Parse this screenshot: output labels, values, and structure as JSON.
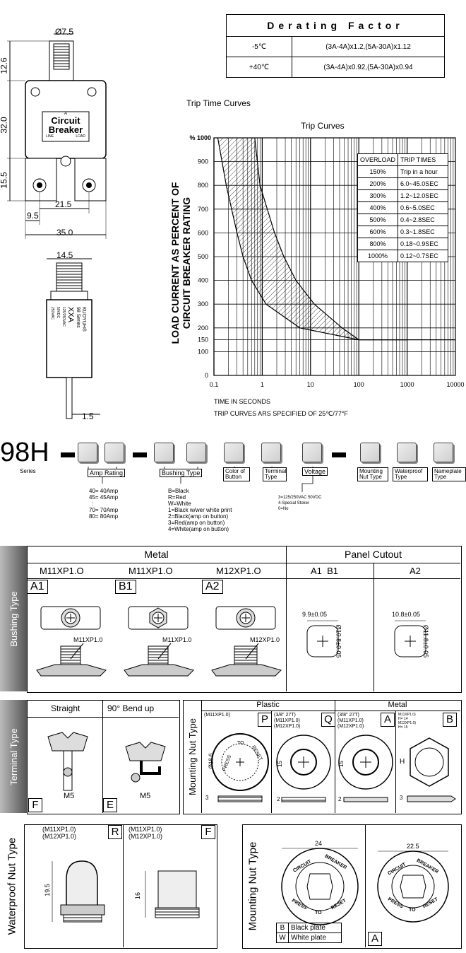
{
  "derating": {
    "title": "Derating Factor",
    "rows": [
      {
        "temp": "-5℃",
        "value": "(3A-4A)x1.2,(5A-30A)x1.12"
      },
      {
        "temp": "+40℃",
        "value": "(3A-4A)x0.92,(5A-30A)x0.94"
      }
    ]
  },
  "drawing": {
    "dims": {
      "d_top": "Ø7.5",
      "h1": "12.6",
      "h2": "32.0",
      "h3": "15.5",
      "w1": "21.5",
      "w2": "9.5",
      "w3": "35.0",
      "side_w": "14.5",
      "side_t": "1.5"
    },
    "face": {
      "l1": "Circuit",
      "l2": "Breaker",
      "line": "LINE",
      "load": "LOAD",
      "amp": "A"
    },
    "side_text": [
      "KUOYUH®",
      "98 Series",
      "XXA",
      "125/250VAC",
      "50VDC",
      "250VAC"
    ]
  },
  "trip": {
    "section_title": "Trip Time Curves",
    "chart_title": "Trip  Curves",
    "ylabel_1": "LOAD CURRENT AS PERCENT OF",
    "ylabel_2": "CIRCUIT BREAKER RATING",
    "xlabel": "TIME IN SECONDS",
    "footnote": "TRIP CURVES ARS SPECIFIED OF 25℃/77°F",
    "y_top_label": "% 1000",
    "y_ticks": [
      "900",
      "800",
      "700",
      "600",
      "500",
      "400",
      "300",
      "200",
      "150",
      "100",
      "0"
    ],
    "x_ticks": [
      "0.1",
      "1",
      "10",
      "100",
      "1000",
      "10000"
    ],
    "table_head": [
      "OVERLOAD",
      "TRIP TIMES"
    ],
    "table_rows": [
      [
        "150%",
        "Trip in a hour"
      ],
      [
        "200%",
        "6.0~45.0SEC"
      ],
      [
        "300%",
        "1.2~12.0SEC"
      ],
      [
        "400%",
        "0.6~5.0SEC"
      ],
      [
        "500%",
        "0.4~2.8SEC"
      ],
      [
        "600%",
        "0.3~1.8SEC"
      ],
      [
        "800%",
        "0.18~0.9SEC"
      ],
      [
        "1000%",
        "0.12~0.7SEC"
      ]
    ]
  },
  "chart_data": {
    "type": "area",
    "title": "Trip  Curves",
    "xlabel": "TIME IN SECONDS",
    "ylabel": "LOAD CURRENT AS PERCENT OF CIRCUIT BREAKER RATING",
    "xscale": "log",
    "xlim": [
      0.1,
      10000
    ],
    "ylim": [
      0,
      1000
    ],
    "series": [
      {
        "name": "",
        "points": [
          [
            0.12,
            1000
          ],
          [
            0.18,
            800
          ],
          [
            0.3,
            600
          ],
          [
            0.4,
            500
          ],
          [
            0.6,
            400
          ],
          [
            1.2,
            300
          ],
          [
            6.0,
            200
          ],
          [
            100,
            150
          ],
          [
            1000,
            150
          ]
        ]
      },
      {
        "name": "",
        "points": [
          [
            0.7,
            1000
          ],
          [
            0.9,
            800
          ],
          [
            1.8,
            600
          ],
          [
            2.8,
            500
          ],
          [
            5.0,
            400
          ],
          [
            12.0,
            300
          ],
          [
            45.0,
            200
          ],
          [
            100,
            150
          ],
          [
            10000,
            150
          ]
        ]
      }
    ]
  },
  "order": {
    "prefix": "98H",
    "series": "Series",
    "labels": {
      "amp": "Amp Rating",
      "bushing": "Bushing  Type",
      "color": "Color of Button",
      "terminal": "Terminal Type",
      "voltage": "Voltage",
      "nut": "Mounting Nut Type",
      "water": "Waterproof Type",
      "nameplate": "Nameplate Type"
    },
    "amp_list": [
      "40=  40Amp",
      "45=  45Amp",
      ":",
      "70=  70Amp",
      "80=  80Amp"
    ],
    "bushing_list": [
      "B=Black",
      "R=Red",
      "W=White",
      "1=Black w/wer white print",
      "2=Black(amp on button)",
      "3=Red(amp on button)",
      "4=White(amp on button)"
    ],
    "voltage_list": [
      "3=125/250VAC 50VDC",
      "4-Special Stoker",
      "0=No"
    ]
  },
  "bushing": {
    "band": "Bushing Type",
    "metal": "Metal",
    "cutout": "Panel Cutout",
    "cols": [
      "M11XP1.O",
      "M11XP1.O",
      "M12XP1.O"
    ],
    "cut_cols": [
      "A1  B1",
      "A2"
    ],
    "letters": [
      "A1",
      "B1",
      "A2"
    ],
    "thread": [
      "M11XP1.0",
      "M11XP1.0",
      "M12XP1.0"
    ],
    "cut_w": [
      "9.9±0.05",
      "10.8±0.05"
    ],
    "cut_h": [
      "Ø10.8±0.05",
      "Ø11.8±0.05"
    ]
  },
  "terminal": {
    "band": "Terminal Type",
    "straight": "Straight",
    "bend": "90° Bend up",
    "m5": "M5",
    "letters": [
      "F",
      "E"
    ]
  },
  "mount": {
    "band": "Mounting Nut Type",
    "plastic": "Plastic",
    "metal": "Metal",
    "p_spec": "(M11XP1.0)",
    "q_spec": [
      "(3/8\" 27T)",
      "(M11XP1.0)",
      "(M12XP1.0)"
    ],
    "a_spec": [
      "(3/8\" 27T)",
      "(M11XP1.0)",
      "(M12XP1.0)"
    ],
    "b_spec": [
      "M11XP1.0)",
      "H= 14",
      "M12XP1.0)",
      "H= 15"
    ],
    "letters": [
      "P",
      "Q",
      "A",
      "B"
    ],
    "ring_text": [
      "PRESS",
      "TO",
      "RESET"
    ],
    "dims": {
      "d": "Ø18.6",
      "h1": "15",
      "h2": "15",
      "H": "H",
      "t1": "3",
      "t2": "2",
      "t3": "2",
      "t4": "3"
    }
  },
  "waterproof": {
    "band": "Waterproof Nut Type",
    "r_spec": [
      "(M11XP1.0)",
      "(M12XP1.0)"
    ],
    "f_spec": [
      "(M11XP1.0)",
      "(M12XP1.0)"
    ],
    "letters": [
      "R",
      "F"
    ],
    "h_r": "19.5",
    "h_f": "16"
  },
  "nameplate": {
    "band": "Mounting Nut Type",
    "d1": "24",
    "d2": "22.5",
    "plate_text": [
      "CIRCUIT",
      "BREAKER",
      "PRESS",
      "TO",
      "RESET"
    ],
    "legend": [
      {
        "code": "B",
        "text": "Black plate"
      },
      {
        "code": "W",
        "text": "White plate"
      }
    ],
    "letter": "A"
  }
}
